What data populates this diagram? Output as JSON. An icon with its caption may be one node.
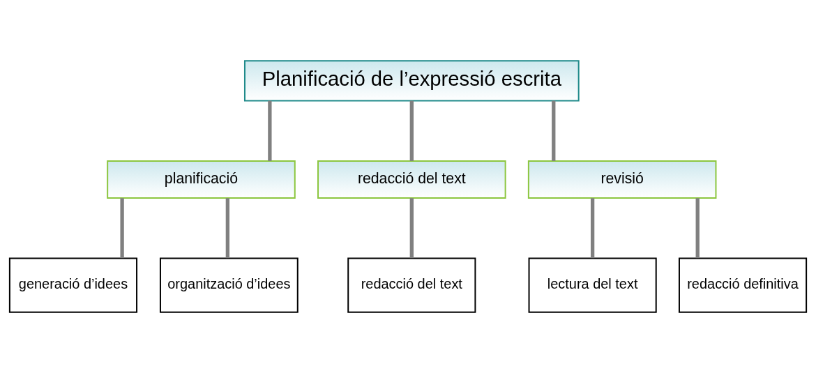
{
  "diagram": {
    "nodes": [
      {
        "text": [
          "Planificació de l’expressió escrita"
        ]
      },
      {
        "text": [
          "planificació"
        ]
      },
      {
        "text": [
          "redacció del text"
        ]
      },
      {
        "text": [
          "revisió"
        ]
      },
      {
        "text": [
          "generació d’idees"
        ]
      },
      {
        "text": [
          "organització d’idees"
        ]
      },
      {
        "text": [
          "redacció del text"
        ]
      },
      {
        "text": [
          "lectura del text"
        ]
      },
      {
        "text": [
          "redacció definitiva"
        ]
      }
    ],
    "edges": [
      {
        "from": 0,
        "to": 1,
        "arrow": "none"
      },
      {
        "from": 0,
        "to": 2,
        "arrow": "none"
      },
      {
        "from": 0,
        "to": 3,
        "arrow": "none"
      },
      {
        "from": 1,
        "to": 4,
        "arrow": "none"
      },
      {
        "from": 1,
        "to": 5,
        "arrow": "none"
      },
      {
        "from": 2,
        "to": 6,
        "arrow": "none"
      },
      {
        "from": 3,
        "to": 7,
        "arrow": "none"
      },
      {
        "from": 3,
        "to": 8,
        "arrow": "none"
      }
    ]
  }
}
